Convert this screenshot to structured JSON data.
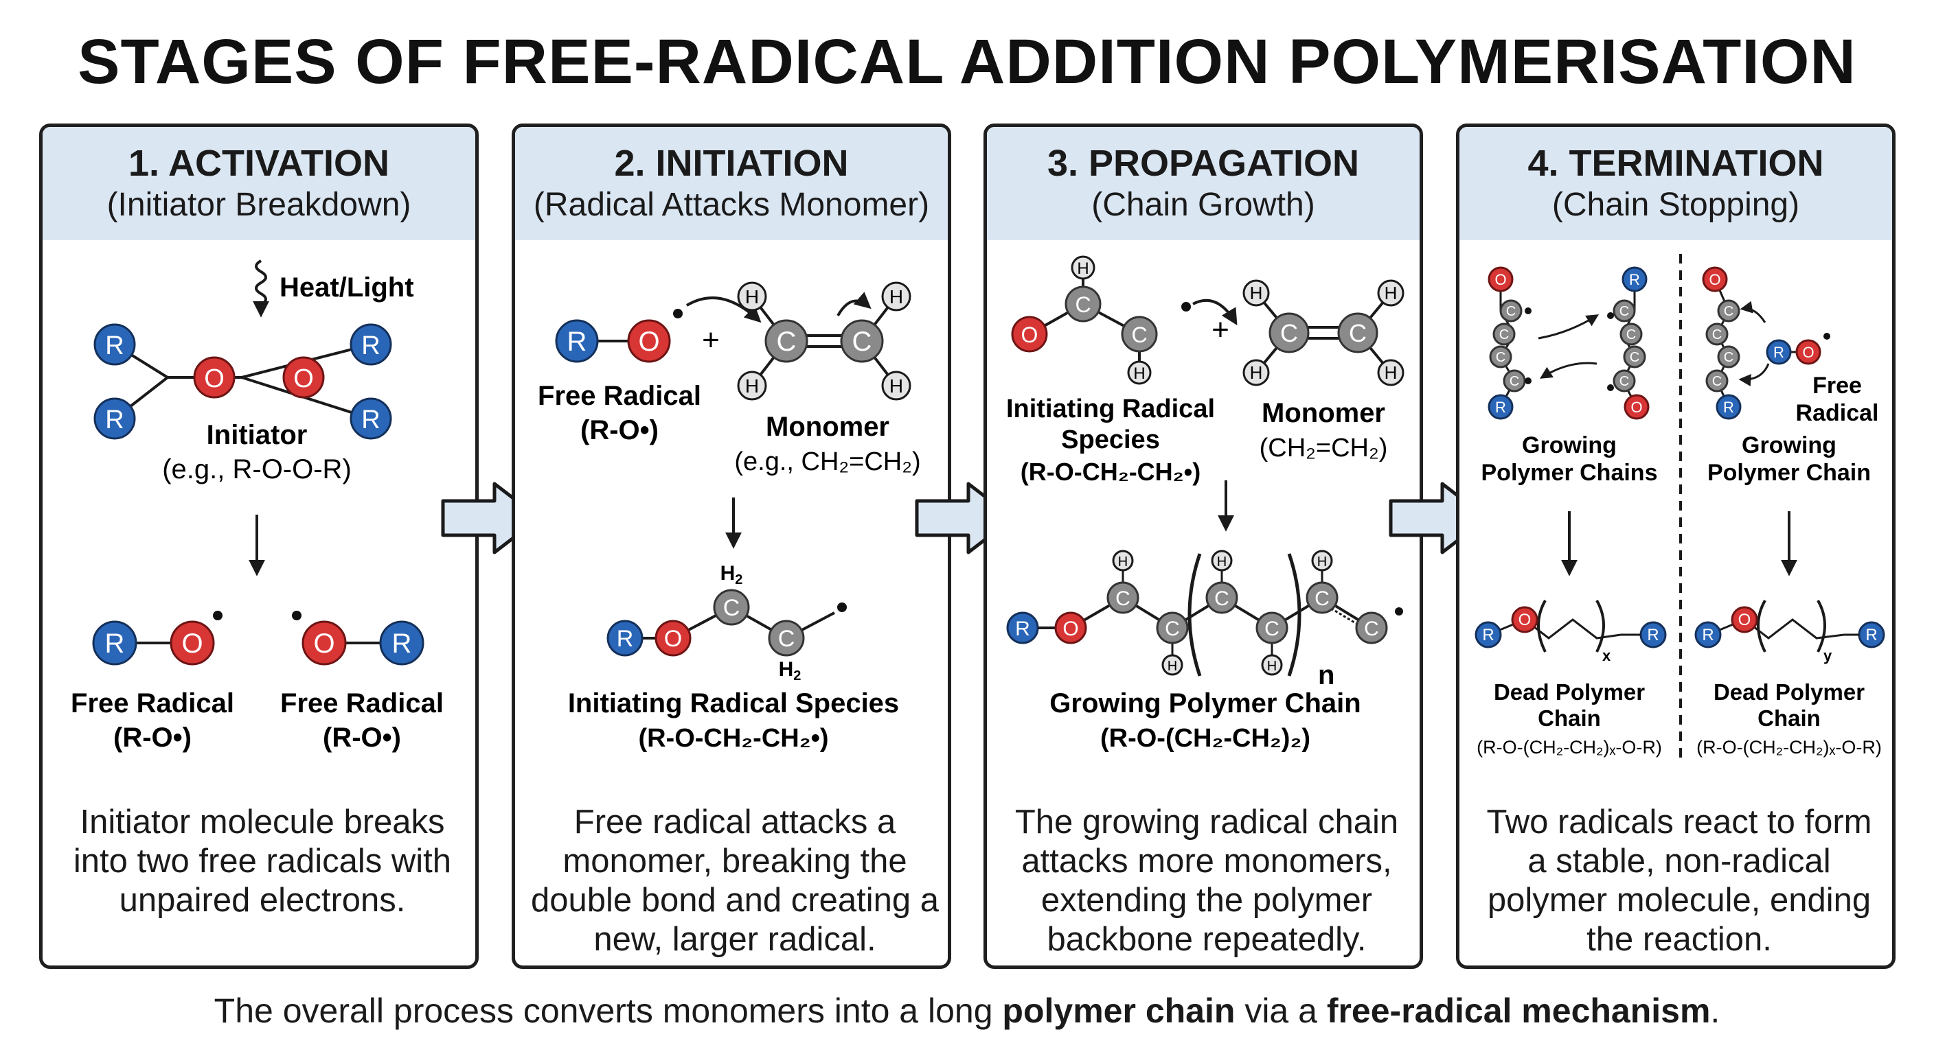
{
  "title": "STAGES OF FREE-RADICAL ADDITION POLYMERISATION",
  "panels": [
    {
      "heading": "1. ACTIVATION",
      "subheading": "(Initiator Breakdown)",
      "heat_light": "Heat/Light",
      "initiator_label": "Initiator",
      "initiator_example": "(e.g., R-O-O-R)",
      "radical_left_label": "Free Radical",
      "radical_left_formula": "(R-O•)",
      "radical_right_label": "Free Radical",
      "radical_right_formula": "(R-O•)",
      "description": "Initiator molecule breaks into two free radicals with unpaired electrons."
    },
    {
      "heading": "2. INITIATION",
      "subheading": "(Radical Attacks Monomer)",
      "radical_label": "Free Radical",
      "radical_formula": "(R-O•)",
      "monomer_label": "Monomer",
      "monomer_example": "(e.g., CH₂=CH₂)",
      "product_label": "Initiating Radical Species",
      "product_formula": "(R-O-CH₂-CH₂•)",
      "description": "Free radical attacks a monomer, breaking the double bond and creating a new, larger radical."
    },
    {
      "heading": "3. PROPAGATION",
      "subheading": "(Chain Growth)",
      "species_label_1": "Initiating Radical",
      "species_label_2": "Species",
      "species_formula": "(R-O-CH₂-CH₂•)",
      "monomer_label": "Monomer",
      "monomer_formula": "(CH₂=CH₂)",
      "repeat_n": "n",
      "product_label": "Growing Polymer Chain",
      "product_formula": "(R-O-(CH₂-CH₂)₂)",
      "description": "The growing radical chain attacks more monomers, extending the polymer backbone repeatedly."
    },
    {
      "heading": "4. TERMINATION",
      "subheading": "(Chain Stopping)",
      "left_label_1": "Growing",
      "left_label_2": "Polymer Chains",
      "right_radical_1": "Free",
      "right_radical_2": "Radical",
      "right_label_1": "Growing",
      "right_label_2": "Polymer Chain",
      "left_subscript": "x",
      "right_subscript": "y",
      "left_product_1": "Dead Polymer",
      "left_product_2": "Chain",
      "left_product_formula": "(R-O-(CH₂-CH₂)ₓ-O-R)",
      "right_product_1": "Dead Polymer",
      "right_product_2": "Chain",
      "right_product_formula": "(R-O-(CH₂-CH₂)ₓ-O-R)",
      "description": "Two radicals react to form a stable, non-radical polymer molecule, ending the reaction."
    }
  ],
  "atoms": {
    "R": "R",
    "O": "O",
    "C": "C",
    "H": "H"
  },
  "plus": "+",
  "dot": "•",
  "footer": {
    "pre": "The overall process converts monomers into a long ",
    "bold1": "polymer chain",
    "mid": " via a ",
    "bold2": "free-radical mechanism",
    "post": "."
  },
  "colors": {
    "header_fill": "#dbe6f3",
    "r_atom": "#2a66b8",
    "o_atom": "#d83535",
    "c_atom": "#8a8a8a",
    "h_atom": "#e4e4e4",
    "connector_arrow": "#dbe6f3"
  }
}
